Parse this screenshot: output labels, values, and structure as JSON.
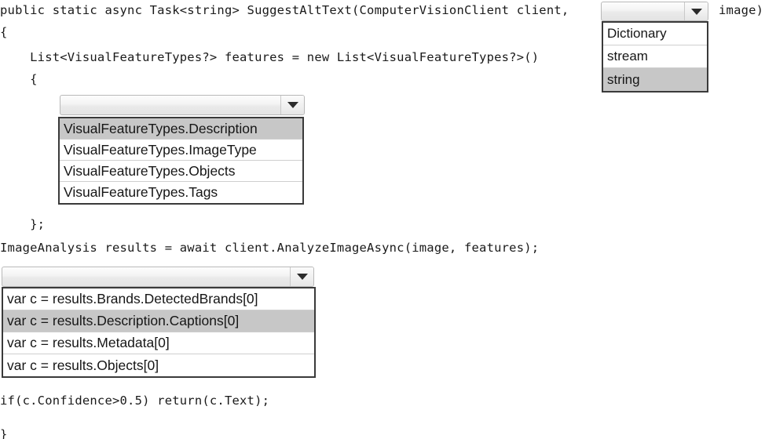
{
  "editor": {
    "code_lines": [
      {
        "id": "line-signature-start",
        "text": "public static async Task<string> SuggestAltText(ComputerVisionClient client,"
      },
      {
        "id": "line-signature-end",
        "text": "image)"
      },
      {
        "id": "line-open-brace",
        "text": "{"
      },
      {
        "id": "line-features-decl",
        "text": "    List<VisualFeatureTypes?> features = new List<VisualFeatureTypes?>()"
      },
      {
        "id": "line-inner-open-brace",
        "text": "    {"
      },
      {
        "id": "line-inner-close",
        "text": "    };"
      },
      {
        "id": "line-analyze",
        "text": "ImageAnalysis results = await client.AnalyzeImageAsync(image, features);"
      },
      {
        "id": "line-if-confidence",
        "text": "if(c.Confidence>0.5) return(c.Text);"
      },
      {
        "id": "line-close-brace",
        "text": "}"
      }
    ]
  },
  "dropdowns": {
    "type_parameter": {
      "name": "type-parameter-dropdown",
      "selected_value": "",
      "arrow_icon": "chevron-down-icon",
      "options": [
        {
          "label": "Dictionary",
          "selected": false
        },
        {
          "label": "stream",
          "selected": false
        },
        {
          "label": "string",
          "selected": true
        }
      ]
    },
    "visual_feature": {
      "name": "visual-feature-dropdown",
      "selected_value": "",
      "arrow_icon": "chevron-down-icon",
      "options": [
        {
          "label": "VisualFeatureTypes.Description",
          "selected": true
        },
        {
          "label": "VisualFeatureTypes.ImageType",
          "selected": false
        },
        {
          "label": "VisualFeatureTypes.Objects",
          "selected": false
        },
        {
          "label": "VisualFeatureTypes.Tags",
          "selected": false
        }
      ]
    },
    "result_accessor": {
      "name": "result-accessor-dropdown",
      "selected_value": "",
      "arrow_icon": "chevron-down-icon",
      "options": [
        {
          "label": "var c = results.Brands.DetectedBrands[0]",
          "selected": false
        },
        {
          "label": "var c = results.Description.Captions[0]",
          "selected": true
        },
        {
          "label": "var c = results.Metadata[0]",
          "selected": false
        },
        {
          "label": "var c = results.Objects[0]",
          "selected": false
        }
      ]
    }
  },
  "colors": {
    "selected_row_bg": "#c7c7c7",
    "list_border": "#3a3a3a",
    "code_text": "#1a1a1a",
    "page_bg": "#ffffff"
  }
}
